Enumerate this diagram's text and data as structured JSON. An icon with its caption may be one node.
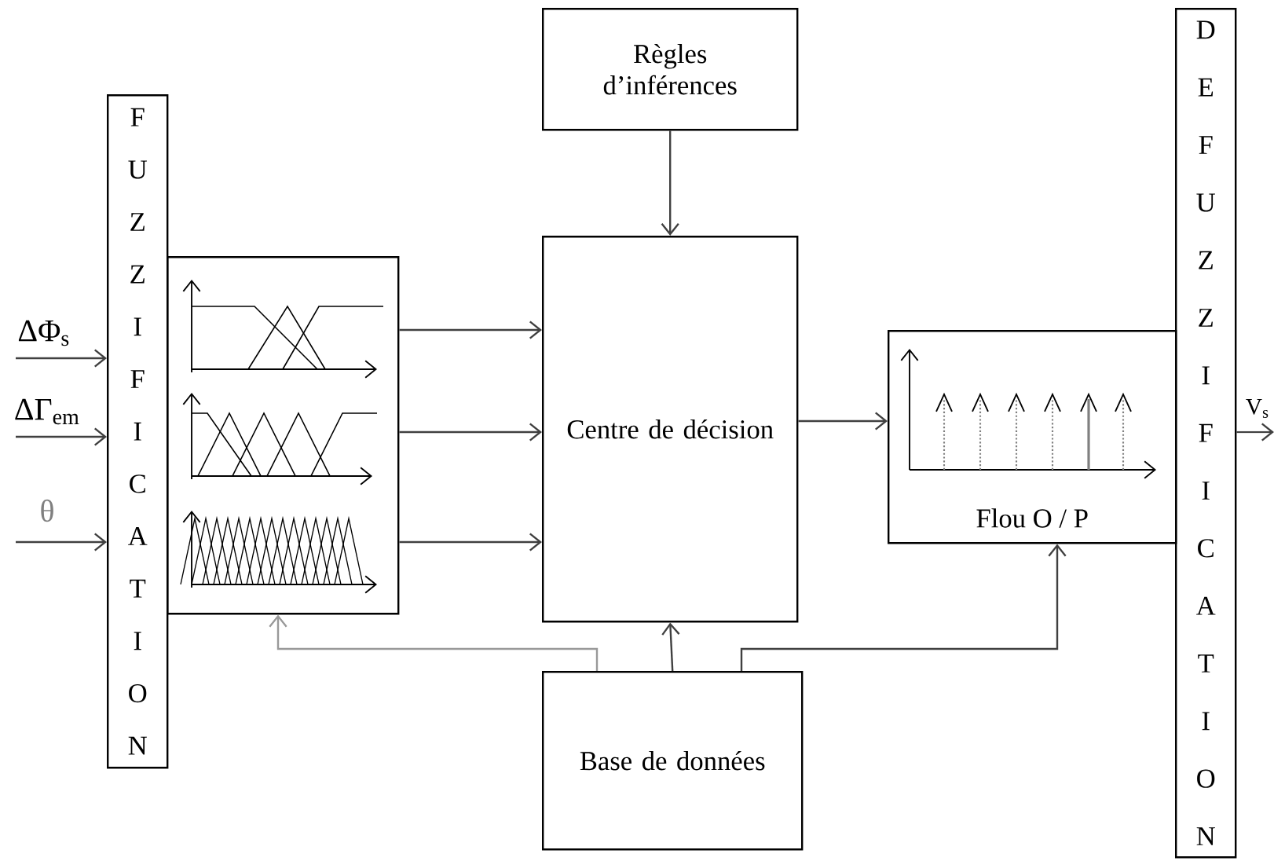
{
  "diagram": {
    "nodes": [
      {
        "text": [
          "FUZZIFICATION"
        ]
      },
      {
        "text": [],
        "shape": "box"
      },
      {
        "text": [
          "Règles d’inférences"
        ]
      },
      {
        "text": [
          "Centre de décision"
        ]
      },
      {
        "text": [
          "Base de données"
        ]
      },
      {
        "text": [
          "Flou O / P"
        ]
      },
      {
        "text": [
          "DEFUZZIFICATION"
        ]
      }
    ],
    "edges": [
      {
        "from": null,
        "to": 0,
        "arrow": "to",
        "label": "ΔΦ$_{s}$"
      },
      {
        "from": null,
        "to": 0,
        "arrow": "to",
        "label": "ΔΓ$_{em}$"
      },
      {
        "from": null,
        "to": 0,
        "arrow": "to",
        "label": "θ"
      },
      {
        "from": 1,
        "to": 3,
        "arrow": "to"
      },
      {
        "from": 1,
        "to": 3,
        "arrow": "to"
      },
      {
        "from": 1,
        "to": 3,
        "arrow": "to"
      },
      {
        "from": 2,
        "to": 3,
        "arrow": "to"
      },
      {
        "from": 4,
        "to": 3,
        "arrow": "to"
      },
      {
        "from": 4,
        "to": 1,
        "arrow": "to",
        "color": "#999999"
      },
      {
        "from": 4,
        "to": 5,
        "arrow": "to"
      },
      {
        "from": 3,
        "to": 5,
        "arrow": "to"
      },
      {
        "from": 6,
        "to": null,
        "arrow": "to",
        "label": "V$_{s}$"
      }
    ]
  }
}
